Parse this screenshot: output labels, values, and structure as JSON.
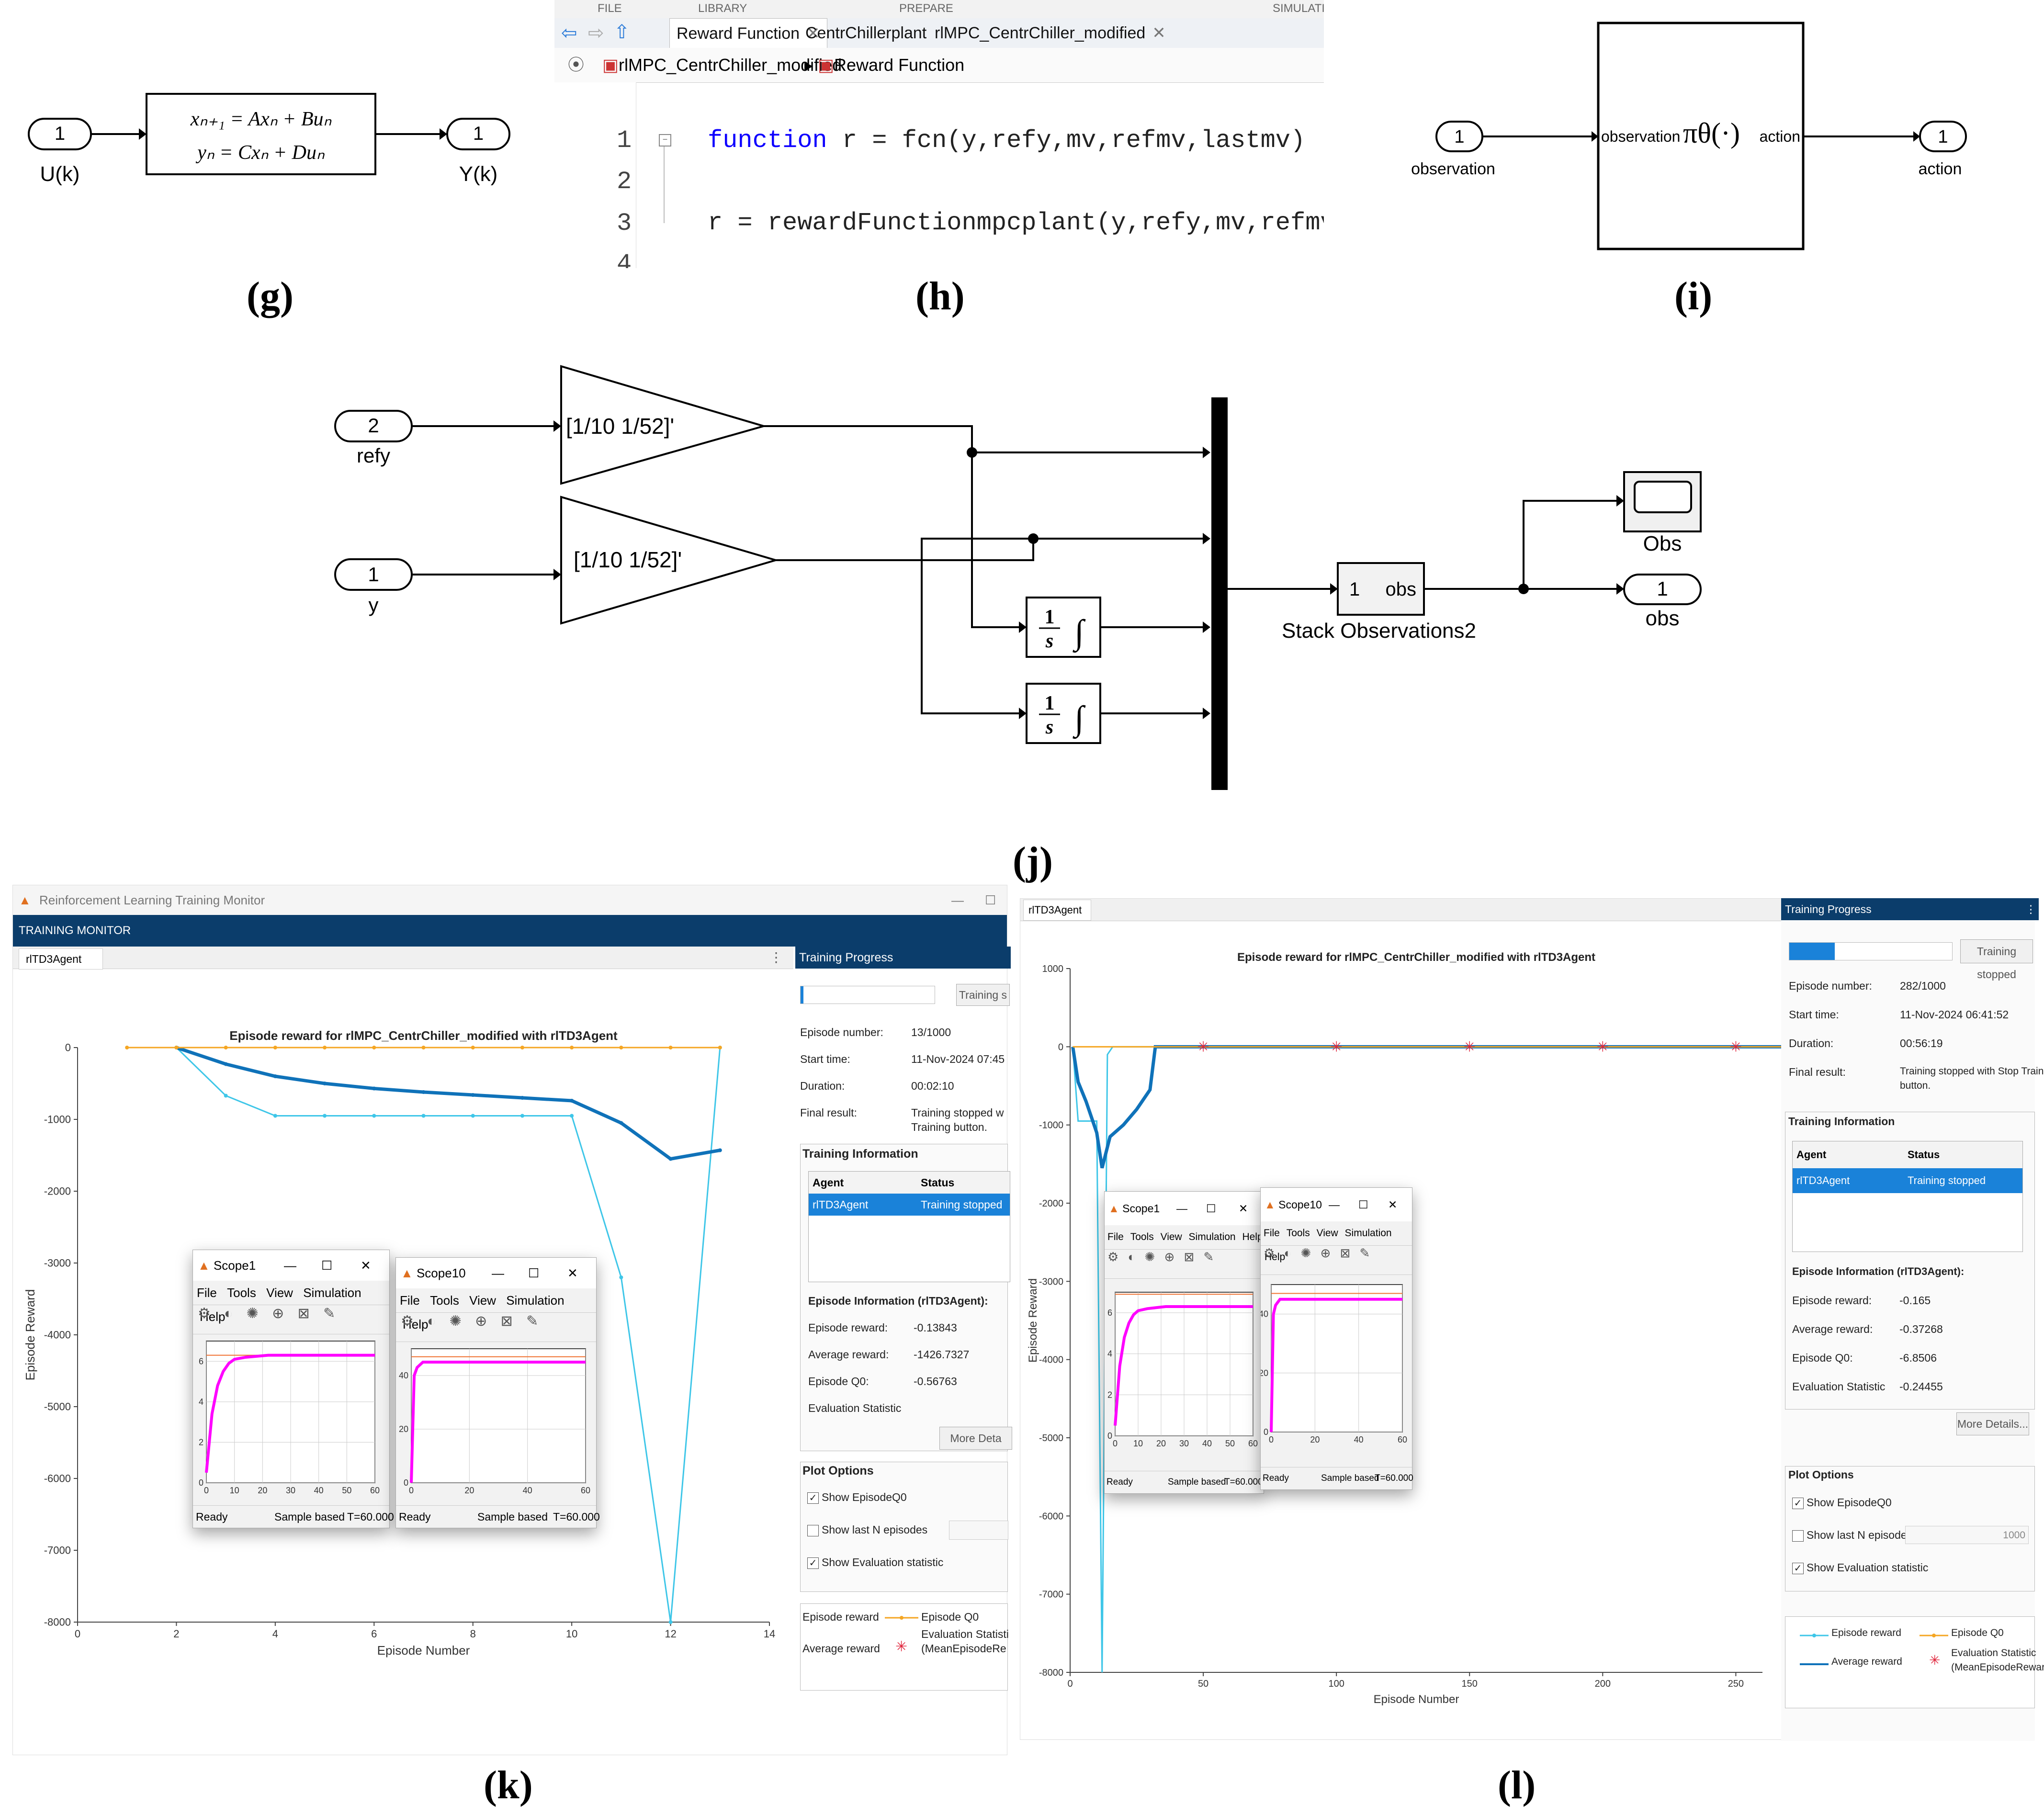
{
  "labels": {
    "g": "(g)",
    "h": "(h)",
    "i": "(i)",
    "j": "(j)",
    "k": "(k)",
    "l": "(l)"
  },
  "panel_g": {
    "in_port": "1",
    "in_label": "U(k)",
    "out_port": "1",
    "out_label": "Y(k)",
    "eq1": "xₙ₊₁ = Axₙ + Buₙ",
    "eq2": "yₙ = Cxₙ + Duₙ"
  },
  "panel_h": {
    "strip_items": [
      "FILE",
      "LIBRARY",
      "PREPARE",
      "SIMULATI"
    ],
    "tabs": [
      "Reward Function",
      "CentrChillerplant",
      "rlMPC_CentrChiller_modified"
    ],
    "breadcrumb": [
      "rlMPC_CentrChiller_modified",
      "Reward Function"
    ],
    "line_numbers": [
      "1",
      "2",
      "3",
      "4"
    ],
    "keyword": "function",
    "line1_rest": " r = fcn(y,refy,mv,refmv,lastmv)",
    "line3": "r = rewardFunctionmpcplant(y,refy,mv,refmv,lastmv);"
  },
  "panel_i": {
    "in_port": "1",
    "in_label": "observation",
    "block_in": "observation",
    "policy": "πθ(·)",
    "block_out": "action",
    "out_port": "1",
    "out_label": "action"
  },
  "panel_j": {
    "in2": "2",
    "in2_label": "refy",
    "in1": "1",
    "in1_label": "y",
    "gain1": "[1/10  1/52]'",
    "gain2": "[1/10  1/52]'",
    "integ_num": "1",
    "integ_den": "s",
    "stack_value": "1",
    "stack_text": "obs",
    "stack_label": "Stack Observations2",
    "scope_label": "Obs",
    "out_port": "1",
    "out_label": "obs"
  },
  "panel_k": {
    "window_title": "Reinforcement Learning Training Monitor",
    "header": "TRAINING MONITOR",
    "doc_tab": "rlTD3Agent",
    "progress_title": "Training Progress",
    "training_btn": "Training s",
    "info": [
      {
        "k": "Episode number:",
        "v": "13/1000"
      },
      {
        "k": "Start time:",
        "v": "11-Nov-2024 07:45"
      },
      {
        "k": "Duration:",
        "v": "00:02:10"
      },
      {
        "k": "Final result:",
        "v": "Training stopped w"
      },
      {
        "k": "",
        "v": "Training button."
      }
    ],
    "train_info_title": "Training Information",
    "table_head": [
      "Agent",
      "Status"
    ],
    "table_row": [
      "rlTD3Agent",
      "Training stopped"
    ],
    "episode_info_title": "Episode Information (rlTD3Agent):",
    "episode_info": [
      {
        "k": "Episode reward:",
        "v": "-0.13843"
      },
      {
        "k": "Average reward:",
        "v": "-1426.7327"
      },
      {
        "k": "Episode Q0:",
        "v": "-0.56763"
      },
      {
        "k": "Evaluation Statistic",
        "v": ""
      }
    ],
    "more_details": "More Deta",
    "plot_options_title": "Plot Options",
    "options": [
      "Show EpisodeQ0",
      "Show last N episodes",
      "Show Evaluation statistic"
    ],
    "legend": [
      "Episode reward",
      "Episode Q0",
      "Average reward",
      "Evaluation Statisti",
      "(MeanEpisodeRe"
    ]
  },
  "panel_l": {
    "doc_tab": "rlTD3Agent",
    "progress_title": "Training Progress",
    "training_btn": "Training stopped",
    "info": [
      {
        "k": "Episode number:",
        "v": "282/1000"
      },
      {
        "k": "Start time:",
        "v": "11-Nov-2024 06:41:52"
      },
      {
        "k": "Duration:",
        "v": "00:56:19"
      },
      {
        "k": "Final result:",
        "v": "Training stopped with Stop Training"
      },
      {
        "k": "",
        "v": "button."
      }
    ],
    "train_info_title": "Training Information",
    "table_head": [
      "Agent",
      "Status"
    ],
    "table_row": [
      "rlTD3Agent",
      "Training stopped"
    ],
    "episode_info_title": "Episode Information (rlTD3Agent):",
    "episode_info": [
      {
        "k": "Episode reward:",
        "v": "-0.165"
      },
      {
        "k": "Average reward:",
        "v": "-0.37268"
      },
      {
        "k": "Episode Q0:",
        "v": "-6.8506"
      },
      {
        "k": "Evaluation Statistic",
        "v": "-0.24455"
      }
    ],
    "more_details": "More Details...",
    "plot_options_title": "Plot Options",
    "options": [
      "Show EpisodeQ0",
      "Show last N episodes",
      "Show Evaluation statistic"
    ],
    "n_value": "1000",
    "legend": [
      "Episode reward",
      "Episode Q0",
      "Average reward",
      "Evaluation Statistic",
      "(MeanEpisodeReward)"
    ]
  },
  "scopes": {
    "menu": [
      "File",
      "Tools",
      "View",
      "Simulation",
      "Help"
    ],
    "scope1_title": "Scope1",
    "scope10_title": "Scope10",
    "status": [
      "Ready",
      "Sample based",
      "T=60.000"
    ]
  },
  "colors": {
    "episode_reward": "#3ec6e8",
    "average_reward": "#0f72b9",
    "episode_q0": "#f5a623",
    "eval": "#e0263d",
    "magenta": "#ff00ff",
    "reference": "#f07030",
    "header": "#0b3d6b",
    "selected": "#1a82d9"
  },
  "chart_data": [
    {
      "type": "line",
      "title": "Episode reward for rlMPC_CentrChiller_modified with rlTD3Agent",
      "xlabel": "Episode Number",
      "ylabel": "Episode Reward",
      "xlim": [
        0,
        14
      ],
      "ylim": [
        -8000,
        0
      ],
      "xticks": [
        0,
        2,
        4,
        6,
        8,
        10,
        12,
        14
      ],
      "yticks": [
        0,
        -1000,
        -2000,
        -3000,
        -4000,
        -5000,
        -6000,
        -7000,
        -8000
      ],
      "series": [
        {
          "name": "Episode reward",
          "x": [
            2,
            3,
            4,
            5,
            6,
            7,
            8,
            9,
            10,
            11,
            12,
            13
          ],
          "values": [
            0,
            -670,
            -950,
            -950,
            -950,
            -950,
            -950,
            -950,
            -950,
            -3200,
            -8000,
            -0.14
          ]
        },
        {
          "name": "Average reward",
          "x": [
            2,
            3,
            4,
            5,
            6,
            7,
            8,
            9,
            10,
            11,
            12,
            13
          ],
          "values": [
            0,
            -230,
            -400,
            -500,
            -570,
            -620,
            -660,
            -700,
            -740,
            -1050,
            -1550,
            -1430
          ]
        },
        {
          "name": "Episode Q0",
          "x": [
            1,
            2,
            3,
            4,
            5,
            6,
            7,
            8,
            9,
            10,
            11,
            12,
            13
          ],
          "values": [
            0,
            0,
            0,
            0,
            0,
            0,
            0,
            0,
            0,
            0,
            0,
            0,
            0
          ]
        }
      ]
    },
    {
      "type": "line",
      "title": "Episode reward for rlMPC_CentrChiller_modified with rlTD3Agent",
      "xlabel": "Episode Number",
      "ylabel": "Episode Reward",
      "xlim": [
        0,
        260
      ],
      "ylim": [
        -8000,
        1000
      ],
      "xticks": [
        0,
        50,
        100,
        150,
        200,
        250
      ],
      "yticks": [
        1000,
        0,
        -1000,
        -2000,
        -3000,
        -4000,
        -5000,
        -6000,
        -7000,
        -8000
      ],
      "series": [
        {
          "name": "Episode reward",
          "x": [
            1,
            3,
            5,
            8,
            10,
            12,
            14,
            16,
            20,
            30,
            282
          ],
          "values": [
            0,
            -950,
            -950,
            -950,
            -950,
            -8000,
            -100,
            0,
            0,
            0,
            0
          ]
        },
        {
          "name": "Average reward",
          "x": [
            1,
            3,
            6,
            10,
            12,
            15,
            20,
            25,
            30,
            32,
            282
          ],
          "values": [
            0,
            -450,
            -700,
            -1100,
            -1550,
            -1150,
            -1000,
            -800,
            -550,
            0,
            0
          ]
        },
        {
          "name": "Episode Q0",
          "x": [
            1,
            282
          ],
          "values": [
            0,
            0
          ]
        },
        {
          "name": "Evaluation Statistic",
          "x": [
            50,
            100,
            150,
            200,
            250
          ],
          "values": [
            0,
            0,
            0,
            0,
            0
          ]
        }
      ]
    },
    {
      "type": "line",
      "title": "Scope1",
      "xlim": [
        0,
        60
      ],
      "ylim": [
        0,
        7
      ],
      "xticks": [
        0,
        10,
        20,
        30,
        40,
        50,
        60
      ],
      "yticks": [
        0,
        2,
        4,
        6
      ],
      "series": [
        {
          "x": [
            0,
            2,
            4,
            6,
            8,
            10,
            14,
            18,
            22,
            30,
            40,
            60
          ],
          "values": [
            0.5,
            3.4,
            4.8,
            5.5,
            5.9,
            6.1,
            6.2,
            6.25,
            6.3,
            6.3,
            6.3,
            6.3
          ]
        }
      ]
    },
    {
      "type": "line",
      "title": "Scope10",
      "xlim": [
        0,
        60
      ],
      "ylim": [
        0,
        50
      ],
      "xticks": [
        0,
        20,
        40,
        60
      ],
      "yticks": [
        0,
        20,
        40
      ],
      "series": [
        {
          "x": [
            0,
            0.5,
            1,
            2,
            3,
            4,
            6,
            10,
            20,
            40,
            60
          ],
          "values": [
            0,
            20,
            40,
            43,
            44,
            45,
            45,
            45,
            45,
            45,
            45
          ]
        }
      ]
    }
  ]
}
